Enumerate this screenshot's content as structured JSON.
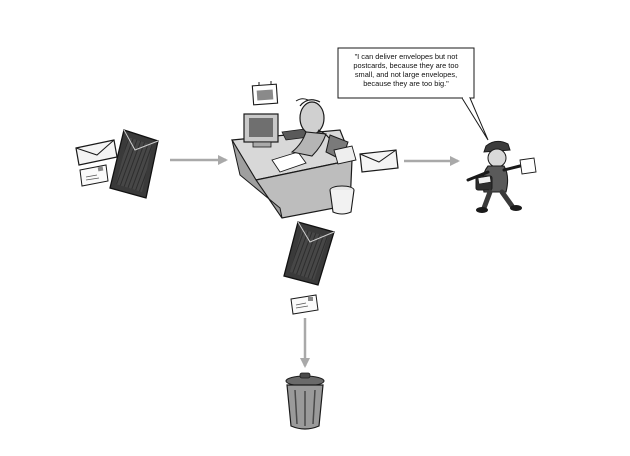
{
  "speech_bubble": {
    "lines": [
      "\"I can deliver envelopes but not",
      "postcards, because they are too",
      "small, and not large envelopes,",
      "because they  are too big.\""
    ]
  },
  "colors": {
    "arrow": "#a9a9a9",
    "ink": "#1a1a1a",
    "dark_envelope": "#3a3a3a",
    "desk": "#d0d0d0"
  },
  "icons": [
    "small-envelope-icon",
    "postcard-icon",
    "large-envelope-icon",
    "mail-sorter-desk-icon",
    "calendar-icon",
    "wastebasket-icon",
    "mail-carrier-icon",
    "trash-can-icon"
  ]
}
